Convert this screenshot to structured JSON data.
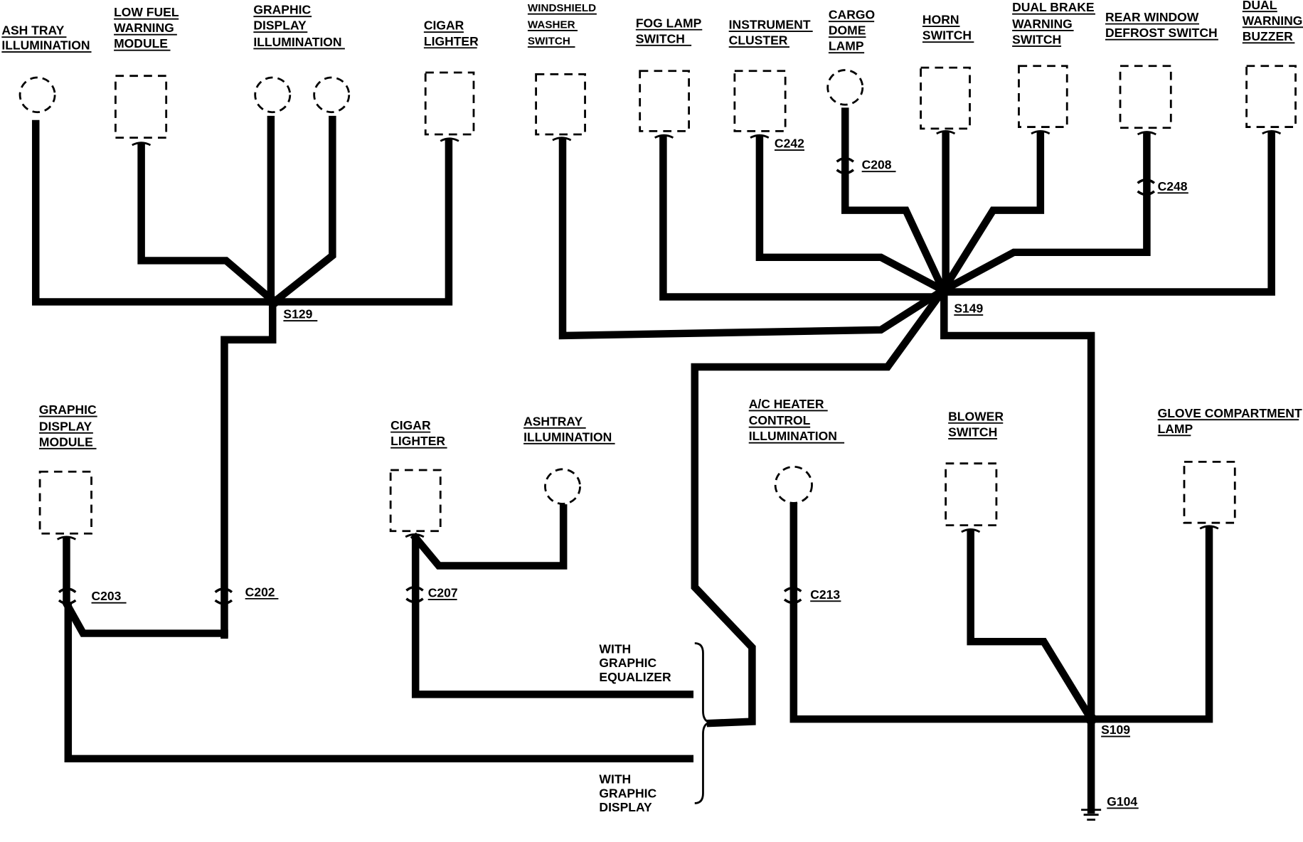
{
  "components": {
    "ash_tray_illumination": {
      "line1": "ASH TRAY",
      "line2": "ILLUMINATION"
    },
    "low_fuel_warning_module": {
      "line1": "LOW FUEL",
      "line2": "WARNING",
      "line3": "MODULE"
    },
    "graphic_display_illumination": {
      "line1": "GRAPHIC",
      "line2": "DISPLAY",
      "line3": "ILLUMINATION"
    },
    "cigar_lighter_top": {
      "line1": "CIGAR",
      "line2": "LIGHTER"
    },
    "windshield_washer_switch": {
      "line1": "WINDSHIELD",
      "line2": "WASHER",
      "line3": "SWITCH"
    },
    "fog_lamp_switch": {
      "line1": "FOG LAMP",
      "line2": "SWITCH"
    },
    "instrument_cluster": {
      "line1": "INSTRUMENT",
      "line2": "CLUSTER"
    },
    "cargo_dome_lamp": {
      "line1": "CARGO",
      "line2": "DOME",
      "line3": "LAMP"
    },
    "horn_switch": {
      "line1": "HORN",
      "line2": "SWITCH"
    },
    "dual_brake_warning_switch": {
      "line1": "DUAL BRAKE",
      "line2": "WARNING",
      "line3": "SWITCH"
    },
    "rear_window_defrost_switch": {
      "line1": "REAR WINDOW",
      "line2": "DEFROST SWITCH"
    },
    "dual_warning_buzzer": {
      "line1": "DUAL",
      "line2": "WARNING",
      "line3": "BUZZER"
    },
    "graphic_display_module": {
      "line1": "GRAPHIC",
      "line2": "DISPLAY",
      "line3": "MODULE"
    },
    "cigar_lighter_bottom": {
      "line1": "CIGAR",
      "line2": "LIGHTER"
    },
    "ashtray_illumination": {
      "line1": "ASHTRAY",
      "line2": "ILLUMINATION"
    },
    "ac_heater_control_illumination": {
      "line1": "A/C HEATER",
      "line2": "CONTROL",
      "line3": "ILLUMINATION"
    },
    "blower_switch": {
      "line1": "BLOWER",
      "line2": "SWITCH"
    },
    "glove_compartment_lamp": {
      "line1": "GLOVE COMPARTMENT",
      "line2": "LAMP"
    }
  },
  "connectors": {
    "c242": "C242",
    "c208": "C208",
    "c248": "C248",
    "c203": "C203",
    "c202": "C202",
    "c207": "C207",
    "c213": "C213"
  },
  "splices": {
    "s129": "S129",
    "s149": "S149",
    "s109": "S109"
  },
  "ground": {
    "g104": "G104"
  },
  "options": {
    "graphic_equalizer": {
      "line1": "WITH",
      "line2": "GRAPHIC",
      "line3": "EQUALIZER"
    },
    "graphic_display": {
      "line1": "WITH",
      "line2": "GRAPHIC",
      "line3": "DISPLAY"
    }
  }
}
